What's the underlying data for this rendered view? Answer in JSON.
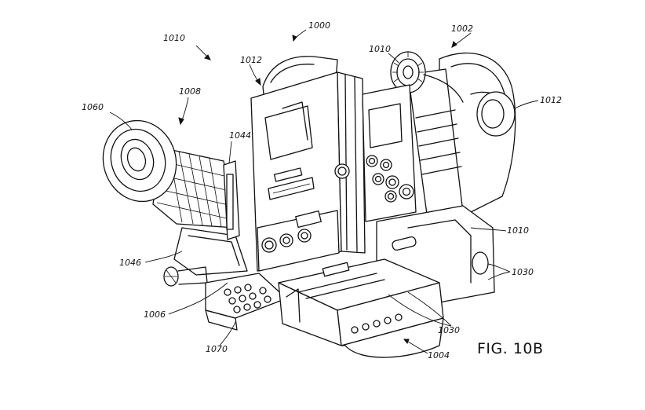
{
  "figure": {
    "caption": "FIG. 10B",
    "labels": [
      {
        "id": "1000",
        "text": "1000"
      },
      {
        "id": "1002",
        "text": "1002"
      },
      {
        "id": "1004",
        "text": "1004"
      },
      {
        "id": "1006",
        "text": "1006"
      },
      {
        "id": "1008",
        "text": "1008"
      },
      {
        "id": "1010a",
        "text": "1010"
      },
      {
        "id": "1010b",
        "text": "1010"
      },
      {
        "id": "1010c",
        "text": "1010"
      },
      {
        "id": "1012a",
        "text": "1012"
      },
      {
        "id": "1012b",
        "text": "1012"
      },
      {
        "id": "1030a",
        "text": "1030"
      },
      {
        "id": "1030b",
        "text": "1030"
      },
      {
        "id": "1044",
        "text": "1044"
      },
      {
        "id": "1046",
        "text": "1046"
      },
      {
        "id": "1060",
        "text": "1060"
      },
      {
        "id": "1070",
        "text": "1070"
      }
    ]
  }
}
